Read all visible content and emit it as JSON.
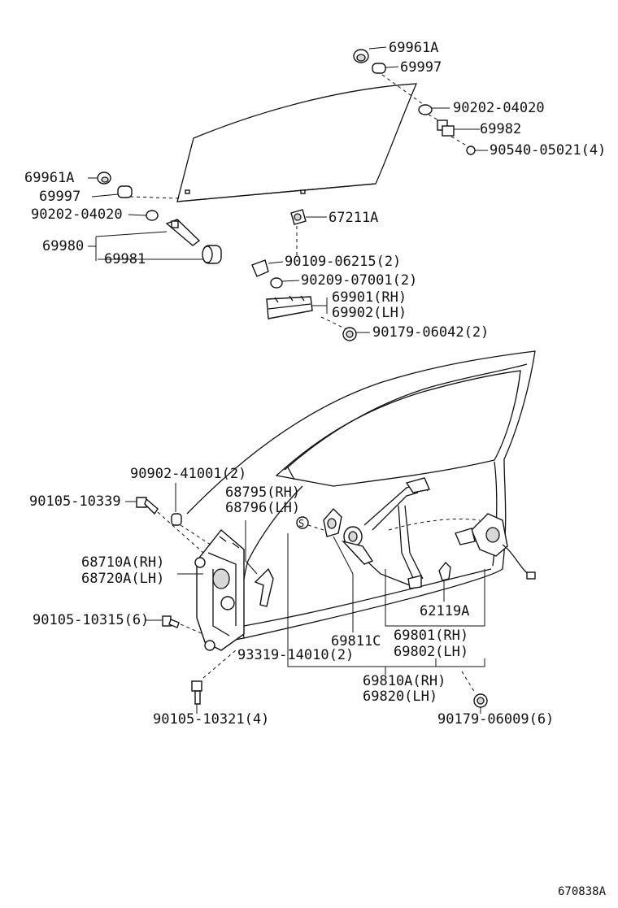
{
  "diagram": {
    "image_id": "670838A",
    "labels": {
      "l69961a_top": "69961A",
      "l69997_top": "69997",
      "l90202_top": "90202-04020",
      "l69982": "69982",
      "l90540": "90540-05021(4)",
      "l69961a_left": "69961A",
      "l69997_left": "69997",
      "l90202_left": "90202-04020",
      "l69980": "69980",
      "l69981": "69981",
      "l67211a": "67211A",
      "l90109": "90109-06215(2)",
      "l90209": "90209-07001(2)",
      "l69901": "69901(RH)",
      "l69902": "69902(LH)",
      "l90179_06042": "90179-06042(2)",
      "l90902": "90902-41001(2)",
      "l90105_10339": "90105-10339",
      "l68795": "68795(RH)",
      "l68796": "68796(LH)",
      "l68710a": "68710A(RH)",
      "l68720a": "68720A(LH)",
      "l90105_10315": "90105-10315(6)",
      "l62119a": "62119A",
      "l69811c": "69811C",
      "l69801": "69801(RH)",
      "l69802": "69802(LH)",
      "l93319": "93319-14010(2)",
      "l69810a": "69810A(RH)",
      "l69820": "69820(LH)",
      "l90105_10321": "90105-10321(4)",
      "l90179_06009": "90179-06009(6)",
      "s_mark": "S"
    }
  }
}
